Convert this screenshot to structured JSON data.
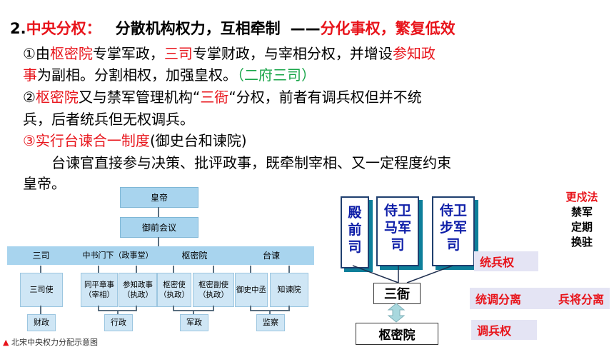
{
  "heading": {
    "number": "2.",
    "title_red": "中央",
    "title_black": "分权：",
    "phrase": "分散机构权力，互相牵制",
    "dash": "——",
    "conclusion": "分化事权，繁复低效"
  },
  "paragraph": {
    "line1": {
      "p1": "①由",
      "r1": "枢密院",
      "p2": "专掌军政，",
      "r2": "三司",
      "p3": "专掌财政，与宰相分权，并增设",
      "r3": "参知政"
    },
    "line2": {
      "r1": "事",
      "p1": "为副相。分割相权，加强皇权。",
      "g1": "（二府三司）"
    },
    "line3": {
      "p1": "②",
      "r1": "枢密院",
      "p2": "又与禁军管理机构“",
      "r2": "三衙",
      "p3": "“分权，前者有调兵权但并不统"
    },
    "line4": {
      "p1": "兵，后者统兵但无权调兵。"
    },
    "line5": {
      "r1": "③实行台谏合一制度",
      "p1": "(御史台和谏院)"
    },
    "line6": {
      "p1": "台谏官直接参与决策、批评政事，既牵制宰相、又一定程度约束"
    },
    "line7": {
      "p1": "皇帝。"
    }
  },
  "org_chart": {
    "emperor": "皇帝",
    "council": "御前会议",
    "branches": [
      "三司",
      "中书门下（政事堂）",
      "枢密院",
      "台谏"
    ],
    "subs": [
      "三司使",
      "同平章事\n（宰相）",
      "参知政事\n（执政）",
      "枢密使\n（执政）",
      "枢密副使\n（执政）",
      "御史中丞",
      "知谏院"
    ],
    "leaves": [
      "财政",
      "行政",
      "军政",
      "监察"
    ],
    "caption": "北宋中央权力分配示意图"
  },
  "army_diagram": {
    "units": [
      "殿\n前\n司",
      "侍卫\n马军\n司",
      "侍卫\n步军\n司"
    ],
    "sanya": "三衙",
    "shumiyuan": "枢密院",
    "labels": {
      "command": "统兵权",
      "separation": "统调分离",
      "separation2": "兵将分离",
      "dispatch": "调兵权"
    },
    "gengshu": {
      "title": "更戍法",
      "lines": [
        "禁军",
        "定期",
        "换驻"
      ]
    },
    "colors": {
      "red": "#e8141b",
      "navy": "#0e1ea8",
      "label_bg": "#e4e4f4"
    }
  }
}
